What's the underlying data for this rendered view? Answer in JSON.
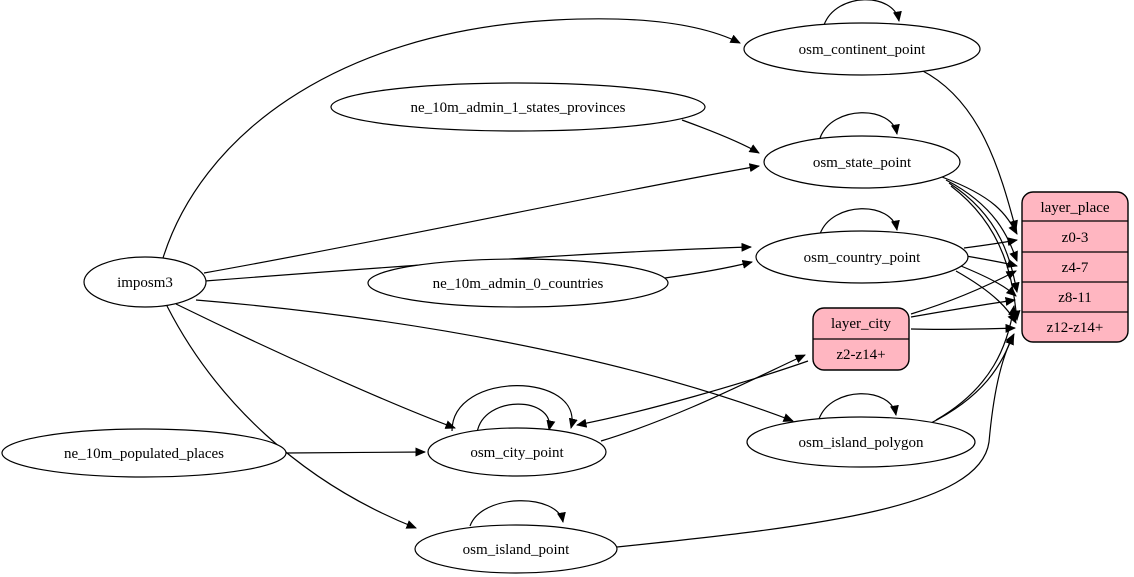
{
  "diagram": {
    "kind": "etl-dependency-graph",
    "colors": {
      "record_fill": "#ffb6c1",
      "node_fill": "#ffffff",
      "edge": "#000000",
      "background": "#ffffff"
    }
  },
  "nodes": {
    "imposm3": {
      "label": "imposm3",
      "shape": "ellipse"
    },
    "ne_10m_admin_1_states_provinces": {
      "label": "ne_10m_admin_1_states_provinces",
      "shape": "ellipse"
    },
    "ne_10m_admin_0_countries": {
      "label": "ne_10m_admin_0_countries",
      "shape": "ellipse"
    },
    "ne_10m_populated_places": {
      "label": "ne_10m_populated_places",
      "shape": "ellipse"
    },
    "osm_continent_point": {
      "label": "osm_continent_point",
      "shape": "ellipse"
    },
    "osm_state_point": {
      "label": "osm_state_point",
      "shape": "ellipse"
    },
    "osm_country_point": {
      "label": "osm_country_point",
      "shape": "ellipse"
    },
    "osm_city_point": {
      "label": "osm_city_point",
      "shape": "ellipse"
    },
    "osm_island_polygon": {
      "label": "osm_island_polygon",
      "shape": "ellipse"
    },
    "osm_island_point": {
      "label": "osm_island_point",
      "shape": "ellipse"
    },
    "layer_city": {
      "label": "layer_city",
      "shape": "record",
      "rows": [
        "z2-z14+"
      ]
    },
    "layer_place": {
      "label": "layer_place",
      "shape": "record",
      "rows": [
        "z0-3",
        "z4-7",
        "z8-11",
        "z12-z14+"
      ]
    }
  },
  "edges": [
    {
      "from": "imposm3",
      "to": "osm_continent_point"
    },
    {
      "from": "imposm3",
      "to": "osm_state_point"
    },
    {
      "from": "imposm3",
      "to": "osm_country_point"
    },
    {
      "from": "imposm3",
      "to": "osm_city_point"
    },
    {
      "from": "imposm3",
      "to": "osm_island_polygon"
    },
    {
      "from": "imposm3",
      "to": "osm_island_point"
    },
    {
      "from": "ne_10m_admin_1_states_provinces",
      "to": "osm_state_point"
    },
    {
      "from": "ne_10m_admin_0_countries",
      "to": "osm_country_point"
    },
    {
      "from": "ne_10m_populated_places",
      "to": "osm_city_point"
    },
    {
      "from": "osm_continent_point",
      "to": "osm_continent_point",
      "self": true
    },
    {
      "from": "osm_state_point",
      "to": "osm_state_point",
      "self": true
    },
    {
      "from": "osm_country_point",
      "to": "osm_country_point",
      "self": true
    },
    {
      "from": "osm_city_point",
      "to": "osm_city_point",
      "self": true
    },
    {
      "from": "osm_city_point",
      "to": "osm_city_point",
      "self": true
    },
    {
      "from": "osm_island_polygon",
      "to": "osm_island_polygon",
      "self": true
    },
    {
      "from": "osm_island_point",
      "to": "osm_island_point",
      "self": true
    },
    {
      "from": "osm_city_point",
      "to": "layer_city",
      "port": "z2-z14+"
    },
    {
      "from": "layer_city",
      "to": "osm_city_point"
    },
    {
      "from": "osm_continent_point",
      "to": "layer_place",
      "port": "z0-3"
    },
    {
      "from": "osm_state_point",
      "to": "layer_place",
      "port": "z0-3"
    },
    {
      "from": "osm_state_point",
      "to": "layer_place",
      "port": "z4-7"
    },
    {
      "from": "osm_state_point",
      "to": "layer_place",
      "port": "z8-11"
    },
    {
      "from": "osm_state_point",
      "to": "layer_place",
      "port": "z12-z14+"
    },
    {
      "from": "osm_country_point",
      "to": "layer_place",
      "port": "z0-3"
    },
    {
      "from": "osm_country_point",
      "to": "layer_place",
      "port": "z4-7"
    },
    {
      "from": "osm_country_point",
      "to": "layer_place",
      "port": "z8-11"
    },
    {
      "from": "osm_country_point",
      "to": "layer_place",
      "port": "z12-z14+"
    },
    {
      "from": "layer_city",
      "to": "layer_place",
      "port": "z4-7"
    },
    {
      "from": "layer_city",
      "to": "layer_place",
      "port": "z8-11"
    },
    {
      "from": "layer_city",
      "to": "layer_place",
      "port": "z12-z14+"
    },
    {
      "from": "osm_island_polygon",
      "to": "layer_place",
      "port": "z8-11"
    },
    {
      "from": "osm_island_polygon",
      "to": "layer_place",
      "port": "z12-z14+"
    },
    {
      "from": "osm_island_point",
      "to": "layer_place",
      "port": "z12-z14+"
    }
  ]
}
